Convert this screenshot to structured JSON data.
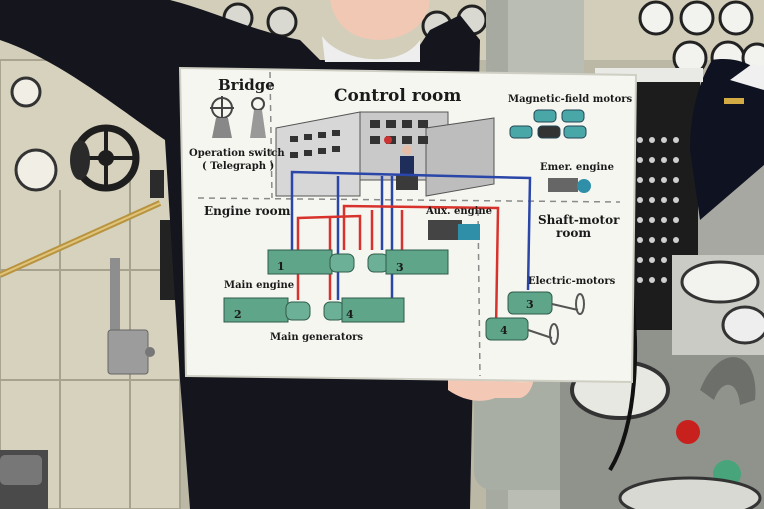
{
  "poster": {
    "bridge": "Bridge",
    "control_room": "Control room",
    "magnetic_field_motors": "Magnetic-field motors",
    "operation_switch": "Operation switch",
    "telegraph": "( Telegraph )",
    "emer_engine": "Emer. engine",
    "engine_room": "Engine room",
    "aux_engine": "Aux. engine",
    "shaft_motor": "Shaft-motor",
    "room": "room",
    "electric_motors": "Electric-motors",
    "main_engine": "Main engine",
    "main_generators": "Main generators",
    "gen_1": "1",
    "gen_2": "2",
    "gen_3": "3",
    "gen_4": "4",
    "motor_3": "3",
    "motor_4": "4"
  },
  "colors": {
    "wall_cream": "#ddd8c4",
    "panel_black": "#1b1b1b",
    "machine_green": "#5fa58a",
    "wire_red": "#d8322c",
    "wire_blue": "#2a46a8",
    "sweater": "#15161e"
  }
}
